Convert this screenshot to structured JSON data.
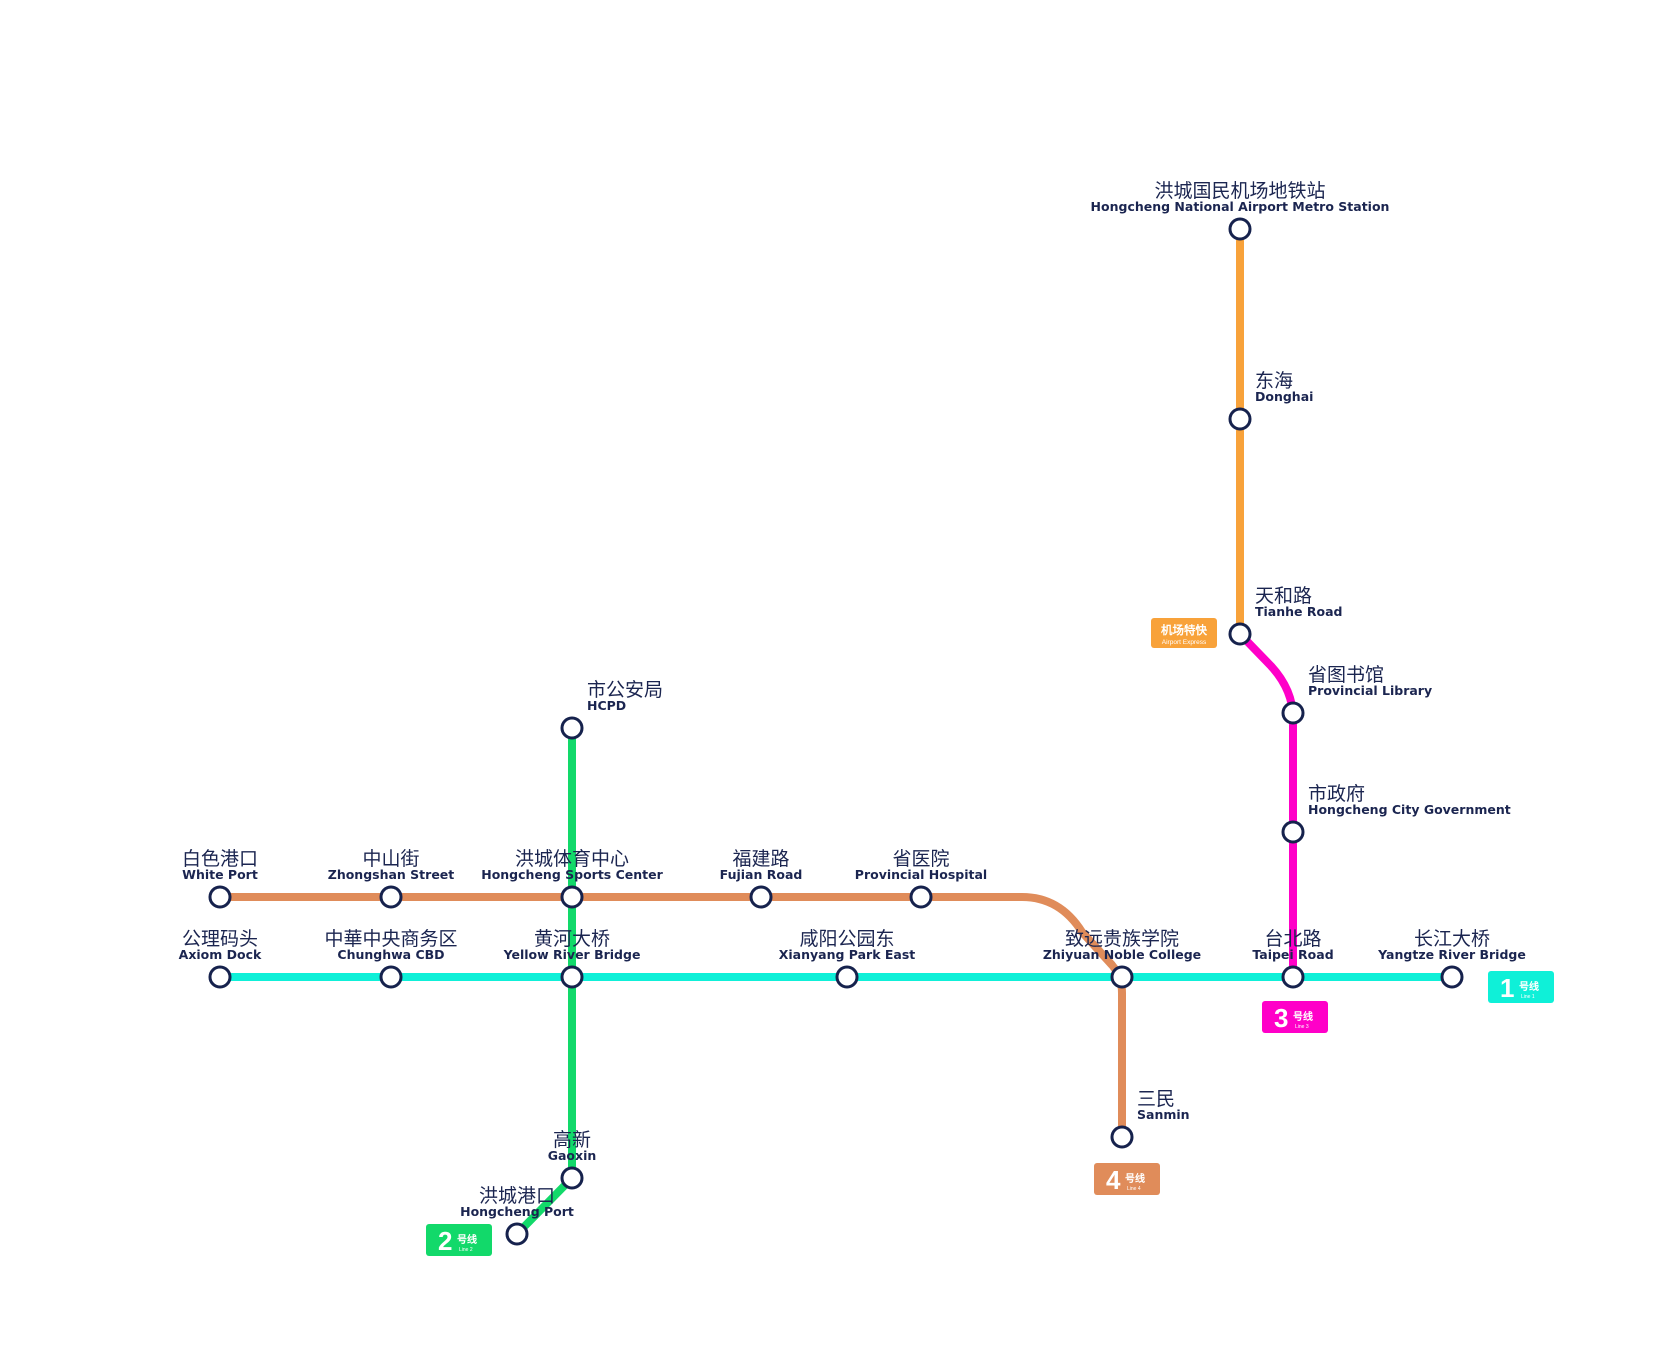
{
  "map": {
    "colors": {
      "line1": "#0ff0d8",
      "line2": "#12d96a",
      "line3": "#ff00c8",
      "line4": "#e08c5a",
      "airport": "#f8a23a",
      "station_stroke": "#16224d",
      "label_text": "#1b2550"
    },
    "lines": [
      {
        "id": "line1",
        "color": "#0ff0d8",
        "badge": {
          "num": "1",
          "zh": "号线",
          "en": "Line 1"
        }
      },
      {
        "id": "line2",
        "color": "#12d96a",
        "badge": {
          "num": "2",
          "zh": "号线",
          "en": "Line 2"
        }
      },
      {
        "id": "line3",
        "color": "#ff00c8",
        "badge": {
          "num": "3",
          "zh": "号线",
          "en": "Line 3"
        }
      },
      {
        "id": "line4",
        "color": "#e08c5a",
        "badge": {
          "num": "4",
          "zh": "号线",
          "en": "Line 4"
        }
      },
      {
        "id": "airport",
        "color": "#f8a23a",
        "badge": {
          "zh": "机场特快",
          "en": "Airport Express"
        }
      }
    ],
    "stations": [
      {
        "id": "airport-station",
        "zh": "洪城国民机场地铁站",
        "en": "Hongcheng National Airport Metro Station"
      },
      {
        "id": "donghai",
        "zh": "东海",
        "en": "Donghai"
      },
      {
        "id": "tianhe-road",
        "zh": "天和路",
        "en": "Tianhe Road"
      },
      {
        "id": "provincial-library",
        "zh": "省图书馆",
        "en": "Provincial Library"
      },
      {
        "id": "city-government",
        "zh": "市政府",
        "en": "Hongcheng City Government"
      },
      {
        "id": "hcpd",
        "zh": "市公安局",
        "en": "HCPD"
      },
      {
        "id": "white-port",
        "zh": "白色港口",
        "en": "White Port"
      },
      {
        "id": "zhongshan-street",
        "zh": "中山街",
        "en": "Zhongshan Street"
      },
      {
        "id": "sports-center",
        "zh": "洪城体育中心",
        "en": "Hongcheng Sports Center"
      },
      {
        "id": "fujian-road",
        "zh": "福建路",
        "en": "Fujian Road"
      },
      {
        "id": "provincial-hospital",
        "zh": "省医院",
        "en": "Provincial Hospital"
      },
      {
        "id": "axiom-dock",
        "zh": "公理码头",
        "en": "Axiom Dock"
      },
      {
        "id": "chunghwa-cbd",
        "zh": "中華中央商务区",
        "en": "Chunghwa CBD"
      },
      {
        "id": "yellow-river-bridge",
        "zh": "黄河大桥",
        "en": "Yellow River Bridge"
      },
      {
        "id": "xianyang-park-east",
        "zh": "咸阳公园东",
        "en": "Xianyang Park East"
      },
      {
        "id": "zhiyuan-noble-college",
        "zh": "致远贵族学院",
        "en": "Zhiyuan Noble College"
      },
      {
        "id": "taipei-road",
        "zh": "台北路",
        "en": "Taipei Road"
      },
      {
        "id": "yangtze-river-bridge",
        "zh": "长江大桥",
        "en": "Yangtze River Bridge"
      },
      {
        "id": "sanmin",
        "zh": "三民",
        "en": "Sanmin"
      },
      {
        "id": "gaoxin",
        "zh": "高新",
        "en": "Gaoxin"
      },
      {
        "id": "hongcheng-port",
        "zh": "洪城港口",
        "en": "Hongcheng Port"
      }
    ]
  }
}
